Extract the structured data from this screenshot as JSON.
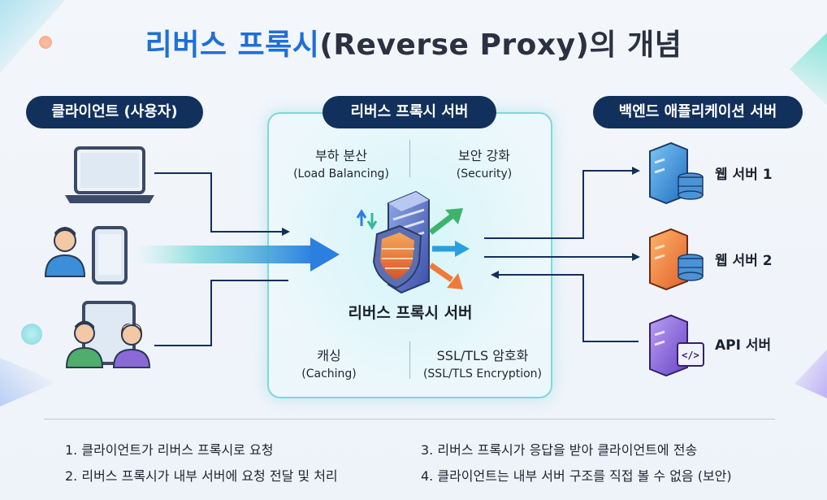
{
  "title": {
    "highlight": "리버스 프록시",
    "rest": "(Reverse Proxy)의 개념"
  },
  "columns": {
    "client": "클라이언트 (사용자)",
    "proxy": "리버스 프록시 서버",
    "backend": "백엔드 애플리케이션 서버"
  },
  "features": [
    {
      "main": "부하 분산",
      "sub": "(Load Balancing)"
    },
    {
      "main": "보안 강화",
      "sub": "(Security)"
    },
    {
      "main": "캐싱",
      "sub": "(Caching)"
    },
    {
      "main": "SSL/TLS 암호화",
      "sub": "(SSL/TLS Encryption)"
    }
  ],
  "proxy_label": "리버스 프록시 서버",
  "servers": [
    {
      "label": "웹 서버 1",
      "color": "#2a8fd0"
    },
    {
      "label": "웹 서버 2",
      "color": "#f0883a"
    },
    {
      "label": "API 서버",
      "color": "#7d5ad6"
    }
  ],
  "steps": [
    "1. 클라이언트가 리버스 프록시로 요청",
    "2. 리버스 프록시가 내부 서버에 요청 전달 및 처리",
    "3. 리버스 프록시가 응답을 받아 클라이언트에 전송",
    "4. 클라이언트는 내부 서버 구조를 직접 볼 수 없음 (보안)"
  ],
  "colors": {
    "title_accent": "#1f6fd6",
    "pill_bg": "#12305c",
    "flow_arrow": "#1f6fd6",
    "line": "#12305c"
  }
}
